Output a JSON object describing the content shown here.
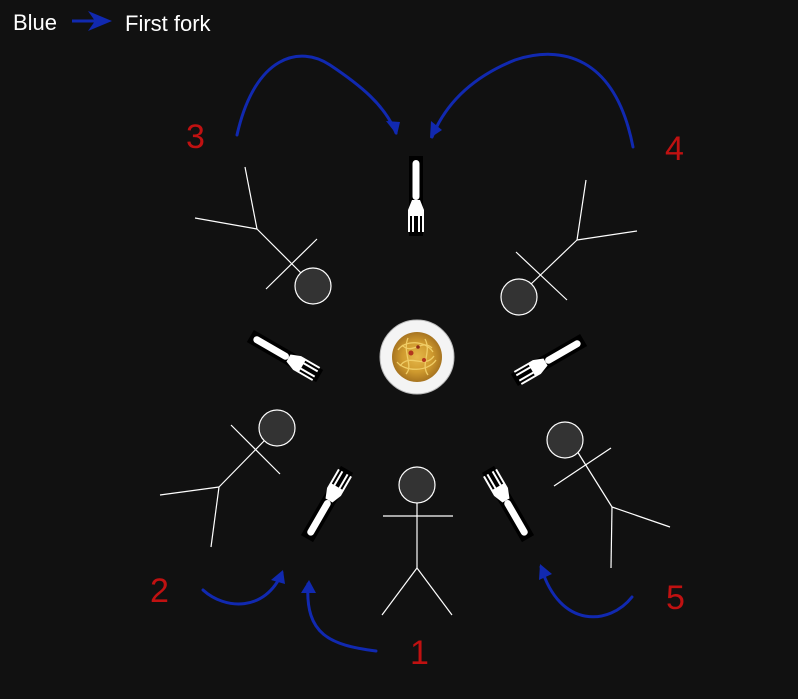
{
  "legend": {
    "color_word": "Blue",
    "meaning": "First fork"
  },
  "philosophers": [
    {
      "id": "1",
      "label": "1"
    },
    {
      "id": "2",
      "label": "2"
    },
    {
      "id": "3",
      "label": "3"
    },
    {
      "id": "4",
      "label": "4"
    },
    {
      "id": "5",
      "label": "5"
    }
  ],
  "forks": 5,
  "center_object": "spaghetti-plate",
  "colors": {
    "background": "#111111",
    "arrow": "#1129b0",
    "label": "#c01111",
    "figure": "#ffffff",
    "head_fill": "#333333"
  }
}
